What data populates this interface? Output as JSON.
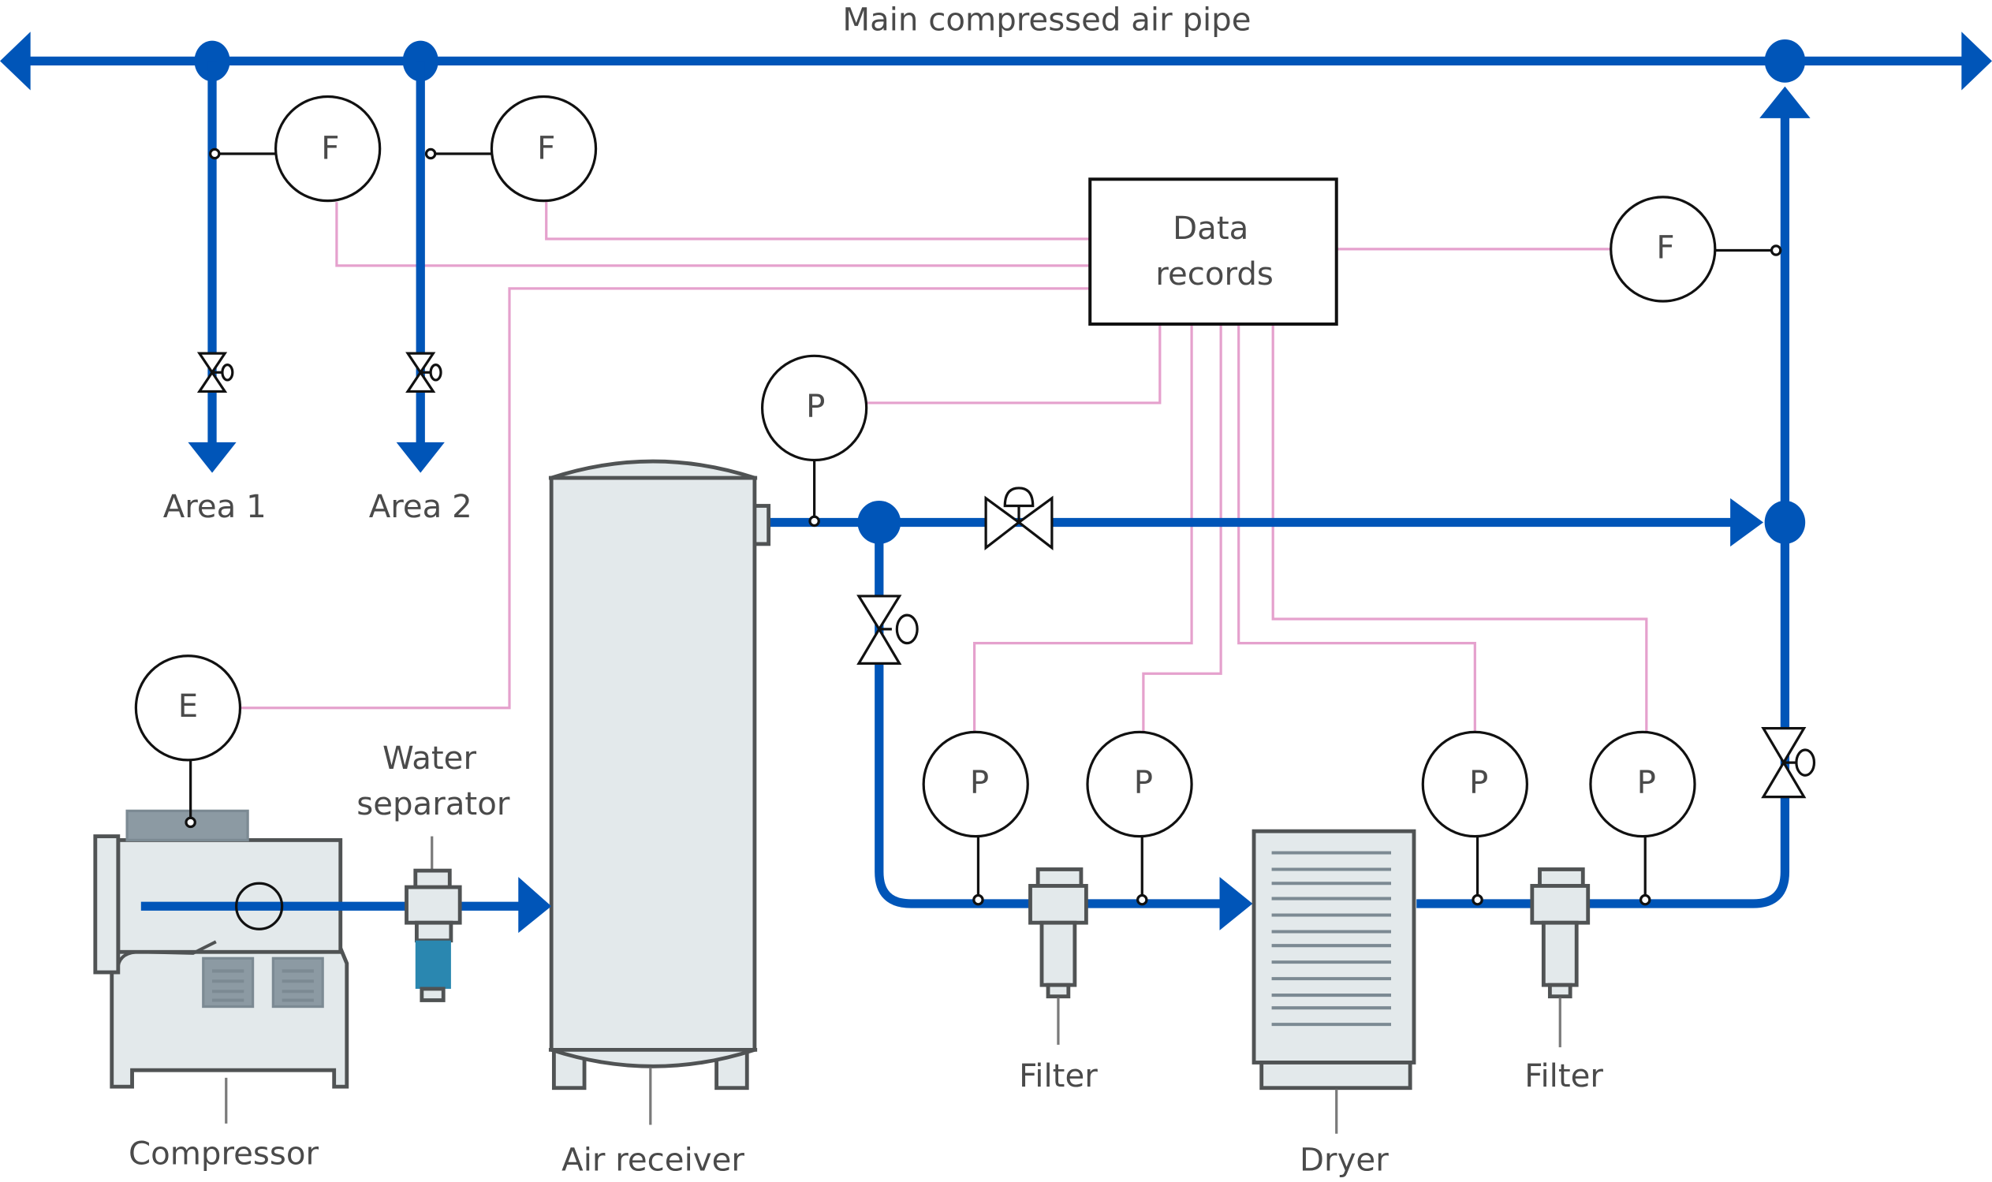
{
  "title": "Main compressed air pipe",
  "colors": {
    "pipe": "#0055b8",
    "signal_line": "#e5a1cd",
    "equipment_fill": "#e3e9eb",
    "equipment_stroke": "#505354",
    "water": "#2a87b0",
    "text": "#4a4a4a"
  },
  "outlets": [
    {
      "label": "Area 1"
    },
    {
      "label": "Area 2"
    }
  ],
  "instruments": {
    "flow_area1": "F",
    "flow_area2": "F",
    "flow_main": "F",
    "energy": "E",
    "pressure_receiver": "P",
    "pressure_filter1_in": "P",
    "pressure_filter1_out": "P",
    "pressure_filter2_in": "P",
    "pressure_filter2_out": "P"
  },
  "data_records": {
    "line1": "Data",
    "line2": "records"
  },
  "equipment": {
    "compressor": "Compressor",
    "water_separator_line1": "Water",
    "water_separator_line2": "separator",
    "air_receiver": "Air receiver",
    "filter1": "Filter",
    "dryer": "Dryer",
    "filter2": "Filter"
  }
}
